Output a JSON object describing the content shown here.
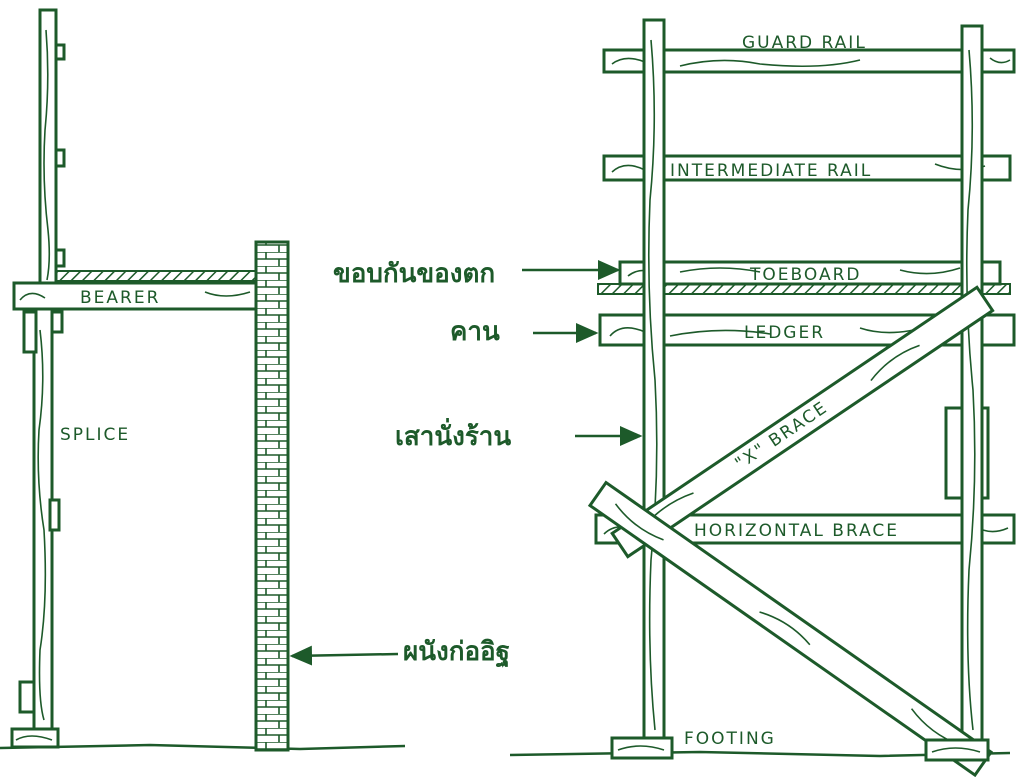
{
  "labels": {
    "guard_rail": "GUARD RAIL",
    "intermediate_rail": "INTERMEDIATE RAIL",
    "toeboard": "TOEBOARD",
    "ledger": "LEDGER",
    "x_brace": "\"X\" BRACE",
    "horizontal_brace": "HORIZONTAL BRACE",
    "footing": "FOOTING",
    "bearer": "BEARER",
    "splice": "SPLICE"
  },
  "thai_labels": {
    "toeboard": "ขอบกันของตก",
    "ledger": "คาน",
    "post": "เสานั่งร้าน",
    "brick_wall": "ผนังก่ออิฐ"
  },
  "colors": {
    "ink": "#1d5a2a",
    "paper": "#ffffff"
  }
}
